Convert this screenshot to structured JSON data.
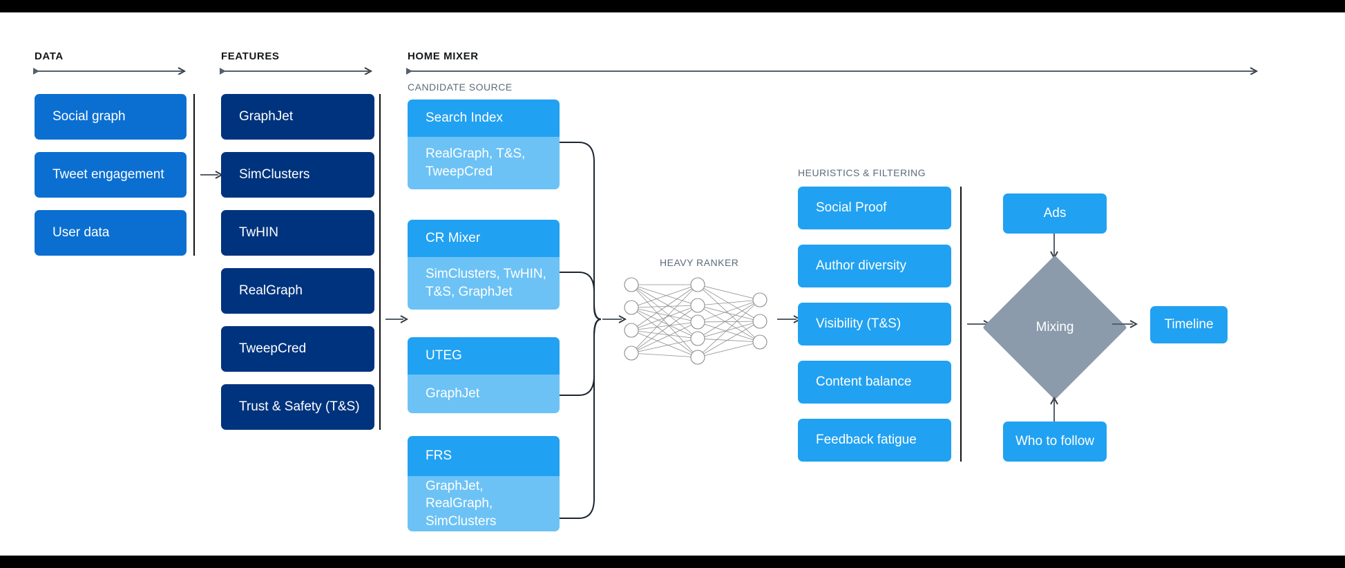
{
  "stages": [
    {
      "key": "data",
      "label": "DATA"
    },
    {
      "key": "features",
      "label": "FEATURES"
    },
    {
      "key": "home",
      "label": "HOME MIXER"
    }
  ],
  "section_labels": {
    "candidate_source": "CANDIDATE SOURCE",
    "heavy_ranker": "HEAVY RANKER",
    "heuristics": "HEURISTICS & FILTERING"
  },
  "data_boxes": [
    {
      "label": "Social graph"
    },
    {
      "label": "Tweet engagement"
    },
    {
      "label": "User data"
    }
  ],
  "feature_boxes": [
    {
      "label": "GraphJet"
    },
    {
      "label": "SimClusters"
    },
    {
      "label": "TwHIN"
    },
    {
      "label": "RealGraph"
    },
    {
      "label": "TweepCred"
    },
    {
      "label": "Trust & Safety (T&S)"
    }
  ],
  "candidate_sources": [
    {
      "title": "Search Index",
      "detail": "RealGraph, T&S,\nTweepCred"
    },
    {
      "title": "CR Mixer",
      "detail": "SimClusters, TwHIN,\nT&S, GraphJet"
    },
    {
      "title": "UTEG",
      "detail": "GraphJet"
    },
    {
      "title": "FRS",
      "detail": "GraphJet, RealGraph,\nSimClusters"
    }
  ],
  "heuristics": [
    {
      "label": "Social Proof"
    },
    {
      "label": "Author diversity"
    },
    {
      "label": "Visibility (T&S)"
    },
    {
      "label": "Content balance"
    },
    {
      "label": "Feedback fatigue"
    }
  ],
  "mixing": {
    "ads": "Ads",
    "who_to_follow": "Who to follow",
    "node": "Mixing",
    "timeline": "Timeline"
  },
  "colors": {
    "data_blue": "#0b6fd1",
    "feature_navy": "#00337d",
    "light_blue": "#21a1f1",
    "pale_blue": "#6cc2f5",
    "diamond_gray": "#8b9bab",
    "label_gray": "#5b6b7b",
    "rule_black": "#111111",
    "background": "#ffffff"
  },
  "neural_net": {
    "layers": [
      4,
      5,
      3
    ]
  }
}
